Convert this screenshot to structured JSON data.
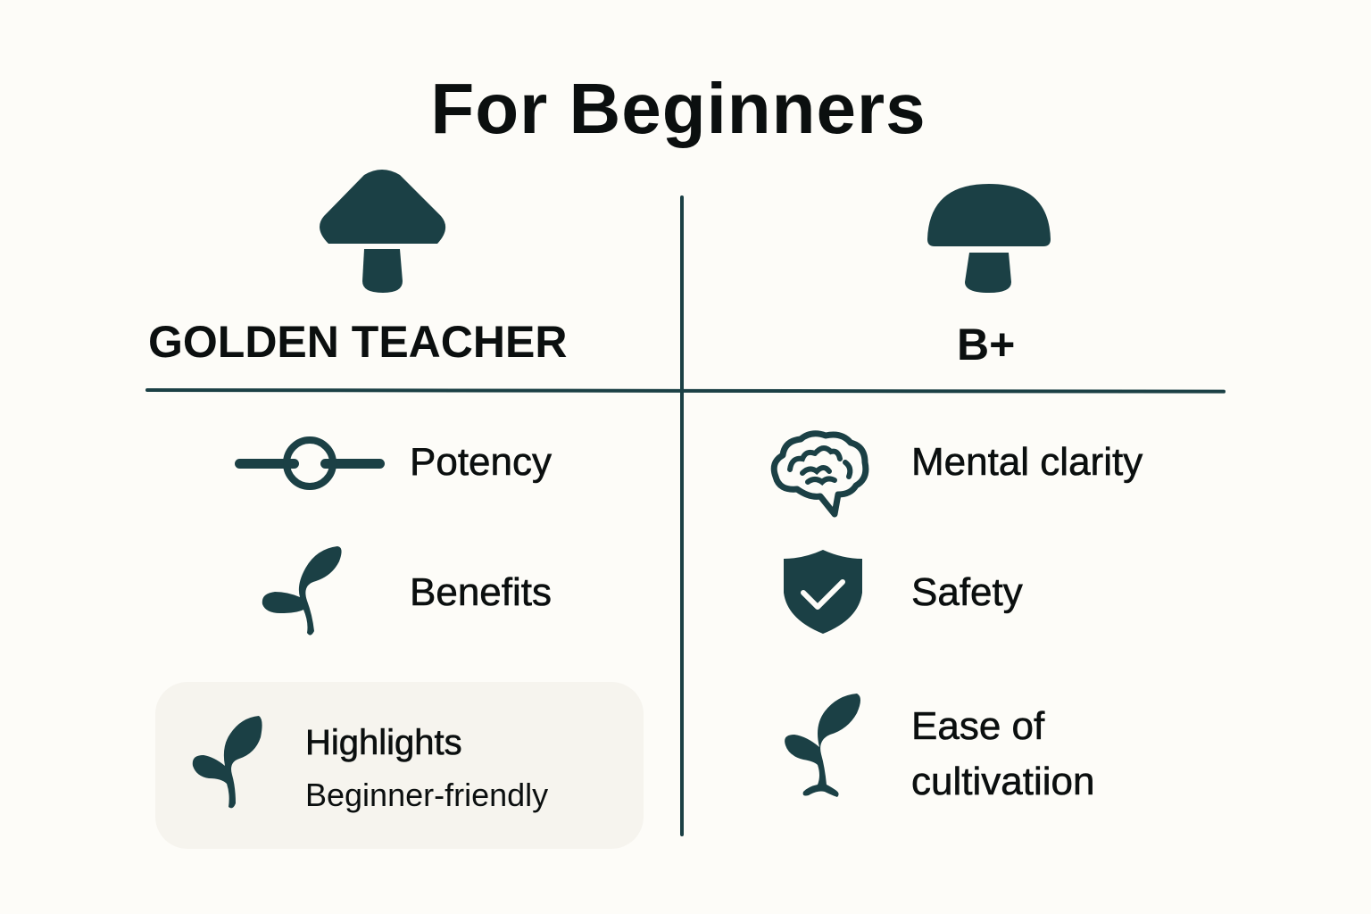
{
  "title": "For Beginners",
  "colors": {
    "background": "#fdfcf8",
    "accent": "#1b4045",
    "card_background": "#f6f4ee",
    "text": "#0b0f0f"
  },
  "columns": [
    {
      "name": "GOLDEN TEACHER",
      "icon": "mushroom-conical-icon",
      "items": [
        {
          "icon": "slider-icon",
          "label": "Potency"
        },
        {
          "icon": "sprout-icon",
          "label": "Benefits"
        }
      ],
      "highlight": {
        "icon": "sprout-icon",
        "title": "Highlights",
        "subtitle": "Beginner-friendly"
      }
    },
    {
      "name": "B+",
      "icon": "mushroom-round-icon",
      "items": [
        {
          "icon": "brain-icon",
          "label": "Mental clarity"
        },
        {
          "icon": "shield-check-icon",
          "label": "Safety"
        },
        {
          "icon": "sprout-icon",
          "label": "Ease of cultivatiion"
        }
      ]
    }
  ],
  "ease_label_lines": [
    "Ease of",
    "cultivatiion"
  ]
}
